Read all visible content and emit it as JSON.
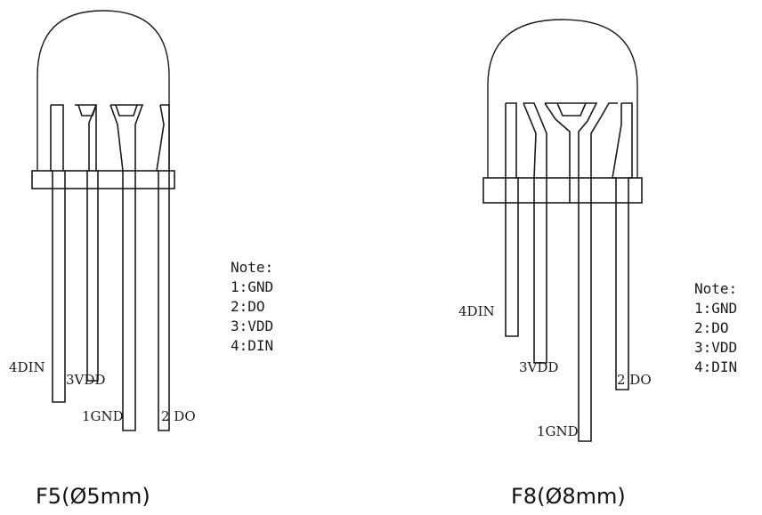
{
  "packages": [
    {
      "caption": "F5(Ø5mm)",
      "note_title": "Note:",
      "note_items": [
        "1:GND",
        "2:DO",
        "3:VDD",
        "4:DIN"
      ],
      "pin_labels": {
        "din": "4DIN",
        "vdd": "3VDD",
        "gnd": "1GND",
        "do": "2 DO"
      }
    },
    {
      "caption": "F8(Ø8mm)",
      "note_title": "Note:",
      "note_items": [
        "1:GND",
        "2:DO",
        "3:VDD",
        "4:DIN"
      ],
      "pin_labels": {
        "din": "4DIN",
        "vdd": "3VDD",
        "gnd": "1GND",
        "do": "2 DO"
      }
    }
  ]
}
